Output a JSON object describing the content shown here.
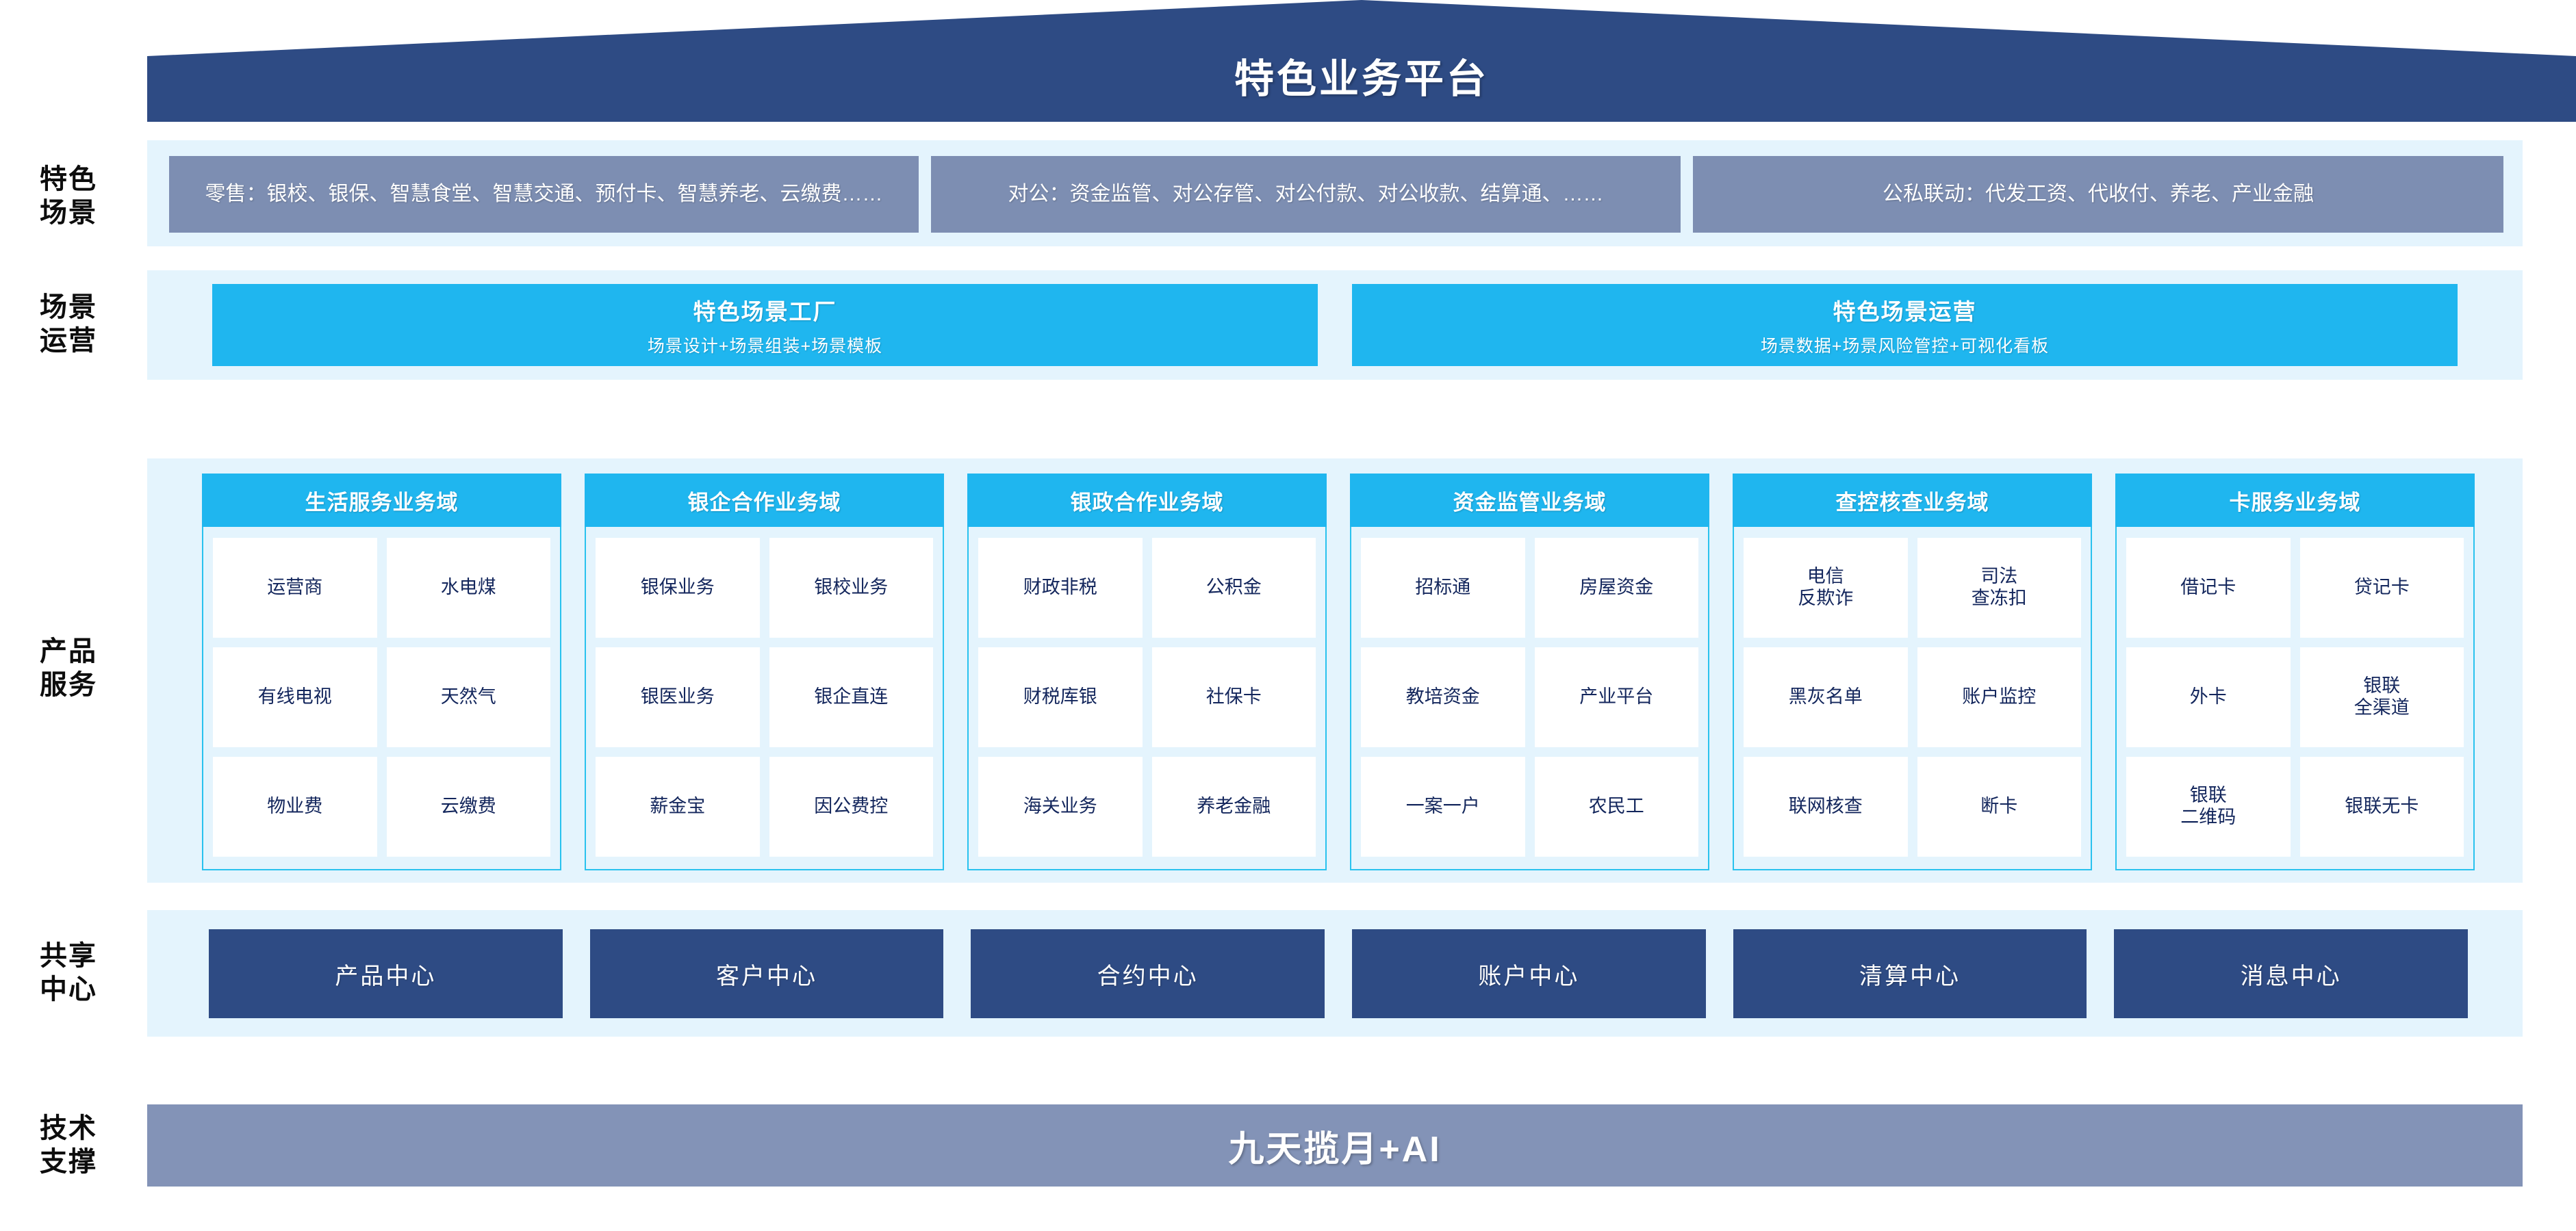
{
  "title": "特色业务平台",
  "colors": {
    "navy": "#2e4b84",
    "cyan": "#1fb6ef",
    "slate": "#7d8eb2",
    "band": "#e4f4fd",
    "tech_bar": "#8393b7",
    "item_text": "#13265c"
  },
  "rails": [
    {
      "label": "特色\n场景"
    },
    {
      "label": "场景\n运营"
    },
    {
      "label": "产品\n服务"
    },
    {
      "label": "共享\n中心"
    },
    {
      "label": "技术\n支撑"
    }
  ],
  "rail_labels": {
    "scenario": "特色\n场景",
    "operations": "场景\n运营",
    "products": "产品\n服务",
    "shared": "共享\n中心",
    "tech": "技术\n支撑"
  },
  "scenarios": [
    {
      "text": "零售：银校、银保、智慧食堂、智慧交通、预付卡、智慧养老、云缴费……"
    },
    {
      "text": "对公：资金监管、对公存管、对公付款、对公收款、结算通、……"
    },
    {
      "text": "公私联动：代发工资、代收付、养老、产业金融"
    }
  ],
  "operations": [
    {
      "title": "特色场景工厂",
      "subtitle": "场景设计+场景组装+场景模板"
    },
    {
      "title": "特色场景运营",
      "subtitle": "场景数据+场景风险管控+可视化看板"
    }
  ],
  "product_domains": [
    {
      "title": "生活服务业务域",
      "items": [
        "运营商",
        "水电煤",
        "有线电视",
        "天然气",
        "物业费",
        "云缴费"
      ]
    },
    {
      "title": "银企合作业务域",
      "items": [
        "银保业务",
        "银校业务",
        "银医业务",
        "银企直连",
        "薪金宝",
        "因公费控"
      ]
    },
    {
      "title": "银政合作业务域",
      "items": [
        "财政非税",
        "公积金",
        "财税库银",
        "社保卡",
        "海关业务",
        "养老金融"
      ]
    },
    {
      "title": "资金监管业务域",
      "items": [
        "招标通",
        "房屋资金",
        "教培资金",
        "产业平台",
        "一案一户",
        "农民工"
      ]
    },
    {
      "title": "查控核查业务域",
      "items": [
        "电信\n反欺诈",
        "司法\n查冻扣",
        "黑灰名单",
        "账户监控",
        "联网核查",
        "断卡"
      ]
    },
    {
      "title": "卡服务业务域",
      "items": [
        "借记卡",
        "贷记卡",
        "外卡",
        "银联\n全渠道",
        "银联\n二维码",
        "银联无卡"
      ]
    }
  ],
  "shared_centers": [
    {
      "label": "产品中心"
    },
    {
      "label": "客户中心"
    },
    {
      "label": "合约中心"
    },
    {
      "label": "账户中心"
    },
    {
      "label": "清算中心"
    },
    {
      "label": "消息中心"
    }
  ],
  "tech_support": {
    "label": "九天揽月+AI"
  }
}
